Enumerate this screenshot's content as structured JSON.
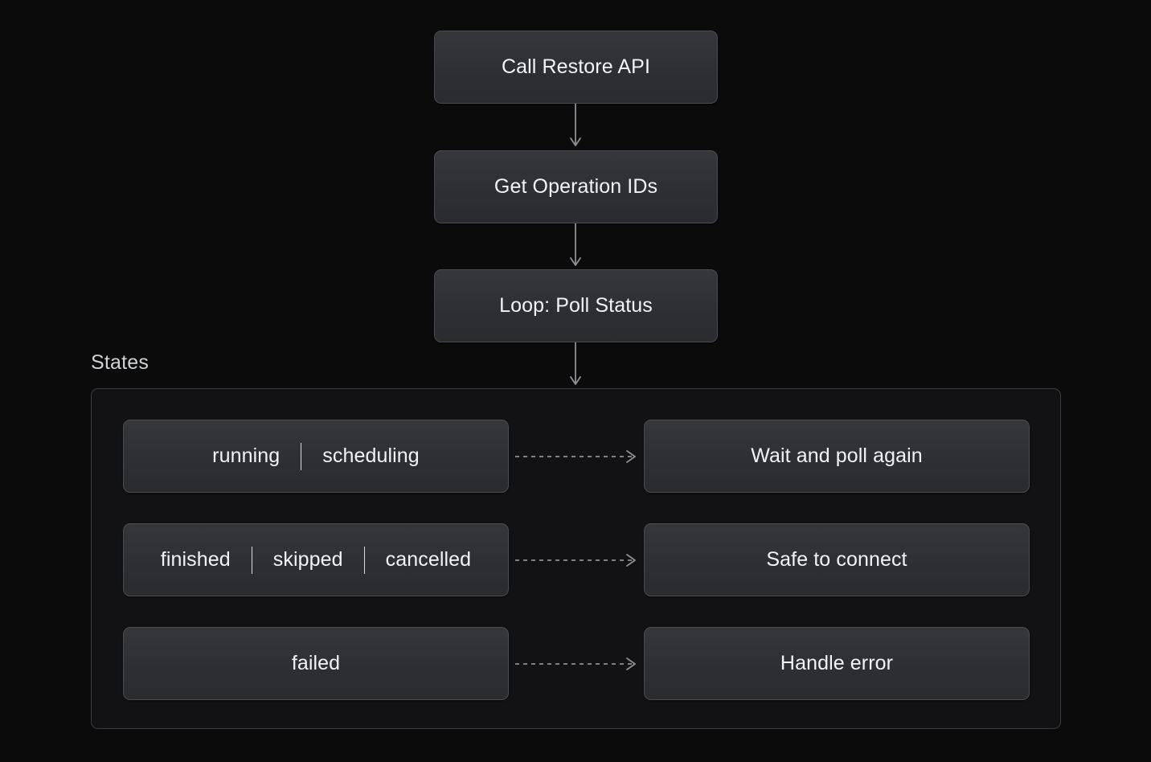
{
  "diagram": {
    "title_label": "States",
    "flow_nodes": [
      {
        "id": "call-restore-api",
        "label": "Call Restore API"
      },
      {
        "id": "get-operation-ids",
        "label": "Get Operation IDs"
      },
      {
        "id": "loop-poll-status",
        "label": "Loop: Poll Status"
      }
    ],
    "state_rows": [
      {
        "id": "running-scheduling",
        "states": [
          "running",
          "scheduling"
        ],
        "separator": "|",
        "outcome": "Wait and poll again"
      },
      {
        "id": "finished-skipped-cancelled",
        "states": [
          "finished",
          "skipped",
          "cancelled"
        ],
        "separator": "|",
        "outcome": "Safe to connect"
      },
      {
        "id": "failed",
        "states": [
          "failed"
        ],
        "separator": "|",
        "outcome": "Handle error"
      }
    ],
    "connectors": {
      "vertical_icon": "arrow-down-icon",
      "horizontal_icon": "dashed-arrow-right-icon"
    },
    "colors": {
      "background": "#0b0b0c",
      "node_fill": "#2f3135",
      "node_border": "#4a4c51",
      "group_fill": "#121214",
      "group_border": "#3b3d41",
      "text": "#f2f3f5",
      "label_text": "#cfd2d6",
      "connector": "#8e9094"
    }
  }
}
